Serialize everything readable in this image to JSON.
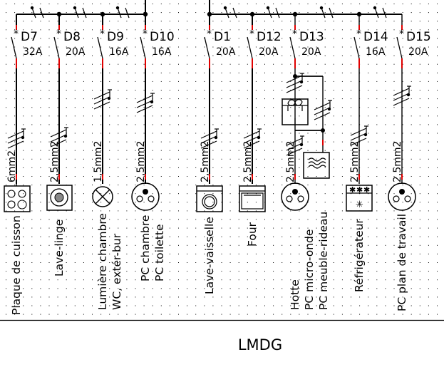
{
  "title": "LMDG",
  "colors": {
    "wire": "#000000",
    "terminal_marker": "#e00000",
    "grid_dot": "#000000",
    "background": "#ffffff"
  },
  "groups": [
    {
      "name": "left-group",
      "circuits": [
        {
          "id": "D7",
          "rating": "32A",
          "cable": "6mm2",
          "symbol": "cooktop-icon",
          "labels": [
            "Plaque de cuisson"
          ]
        },
        {
          "id": "D8",
          "rating": "20A",
          "cable": "2,5mm2",
          "symbol": "washing-machine-icon",
          "labels": [
            "Lave-linge"
          ]
        },
        {
          "id": "D9",
          "rating": "16A",
          "cable": "1,5mm2",
          "symbol": "lamp-icon",
          "labels": [
            "Lumière chambre",
            "WC, extér-bur"
          ]
        },
        {
          "id": "D10",
          "rating": "16A",
          "cable": "2,5mm2",
          "symbol": "socket-icon",
          "labels": [
            "PC chambre",
            "PC toilette"
          ]
        }
      ]
    },
    {
      "name": "right-group",
      "circuits": [
        {
          "id": "D1",
          "rating": "20A",
          "cable": "2,5mm2",
          "symbol": "dishwasher-icon",
          "labels": [
            "Lave-vaisselle"
          ]
        },
        {
          "id": "D12",
          "rating": "20A",
          "cable": "2,5mm2",
          "symbol": "oven-icon",
          "labels": [
            "Four"
          ]
        },
        {
          "id": "D13",
          "rating": "20A",
          "cable": "2,5mm2",
          "symbol": "socket-icon",
          "labels": [
            "Hotte",
            "PC micro-onde",
            "PC meuble-rideau"
          ],
          "extra_symbols": [
            "hood-fan-icon",
            "microwave-icon"
          ]
        },
        {
          "id": "D14",
          "rating": "16A",
          "cable": "2,5mm2",
          "symbol": "refrigerator-icon",
          "labels": [
            "Réfrigérateur"
          ]
        },
        {
          "id": "D15",
          "rating": "20A",
          "cable": "2,5mm2",
          "symbol": "socket-icon",
          "labels": [
            "PC plan de travail"
          ]
        }
      ]
    }
  ]
}
